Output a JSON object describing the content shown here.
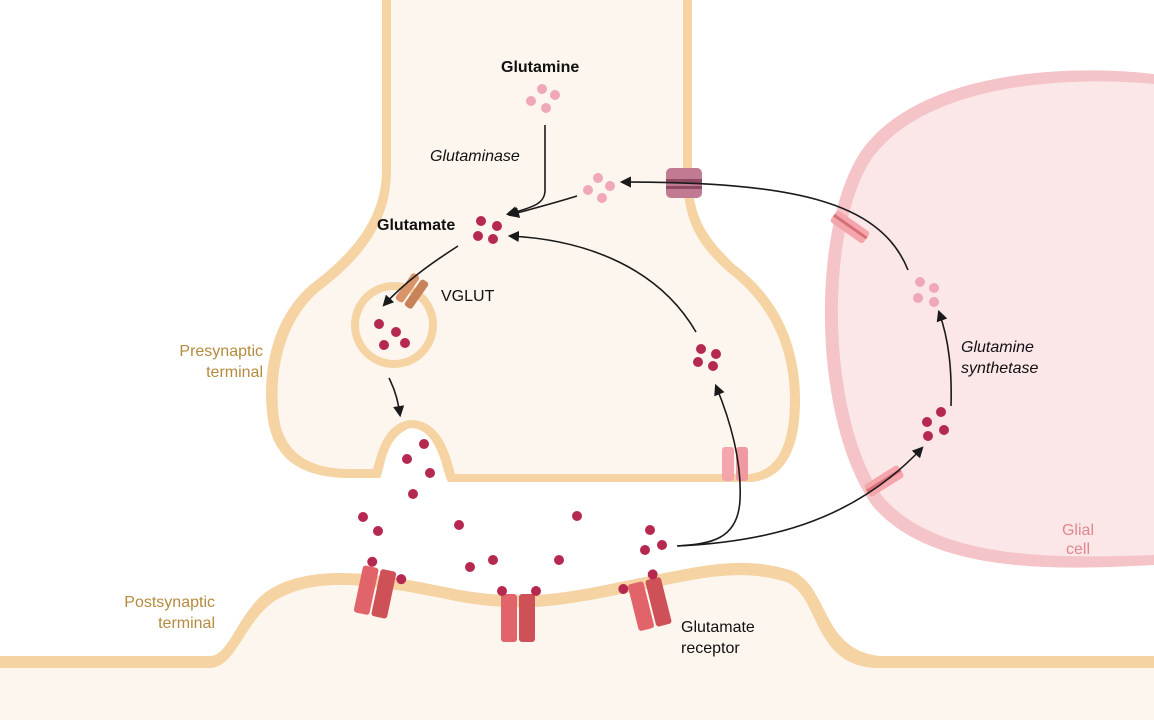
{
  "labels": {
    "glutamine": "Glutamine",
    "glutaminase": "Glutaminase",
    "glutamate": "Glutamate",
    "vglut": "VGLUT",
    "presynaptic_line1": "Presynaptic",
    "presynaptic_line2": "terminal",
    "postsynaptic_line1": "Postsynaptic",
    "postsynaptic_line2": "terminal",
    "receptor_line1": "Glutamate",
    "receptor_line2": "receptor",
    "synthetase_line1": "Glutamine",
    "synthetase_line2": "synthetase",
    "glial_line1": "Glial",
    "glial_line2": "cell"
  },
  "colors": {
    "membrane_outer": "#f5d3a3",
    "membrane_fill": "#fdf6ee",
    "glial_membrane": "#f4c4c9",
    "glial_fill": "#fbe6e8",
    "glutamate_dot": "#b5284f",
    "glutamine_dot": "#f0a7b7",
    "receptor": "#e0646a",
    "transporter_vglut": "#d9956a",
    "transporter_pink": "#f4a6ac",
    "transporter_mauve": "#c27a93",
    "label_tan": "#b58a3e",
    "label_pink": "#e0868e"
  }
}
